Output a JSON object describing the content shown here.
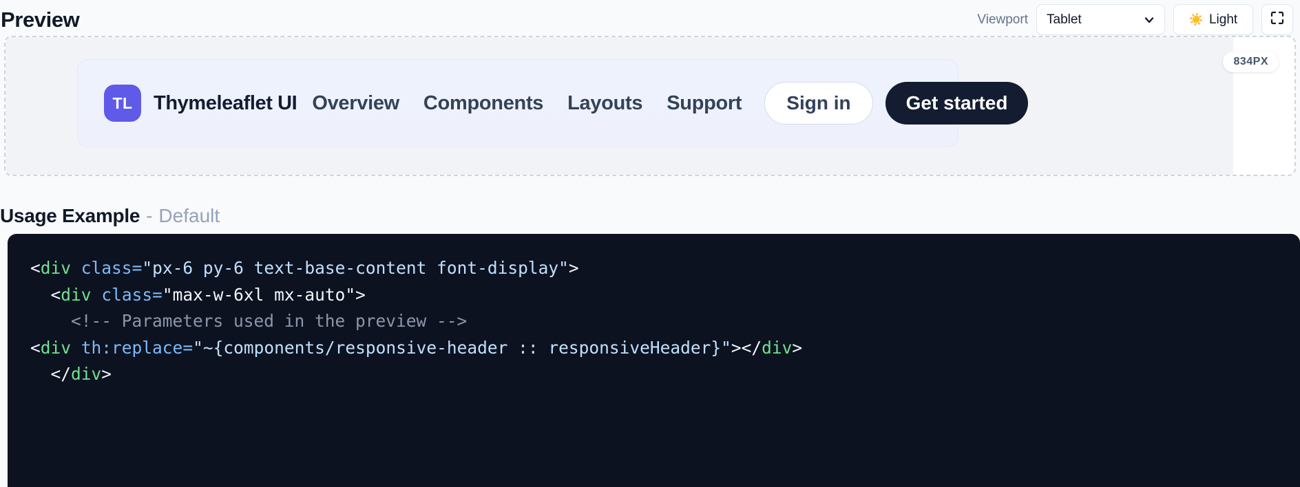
{
  "toolbar": {
    "title": "Preview",
    "viewport_label": "Viewport",
    "viewport_value": "Tablet",
    "viewport_options": [
      "Tablet"
    ],
    "chevron_icon": "chevron-down-icon",
    "theme_icon": "☀️",
    "theme_label": "Light",
    "fullscreen_icon": "fullscreen-icon"
  },
  "preview": {
    "badge": "834PX",
    "component": {
      "logo_text": "TL",
      "logo_color": "#5f5ae8",
      "brand": "Thymeleaflet UI",
      "nav": [
        {
          "label": "Overview"
        },
        {
          "label": "Components"
        },
        {
          "label": "Layouts"
        },
        {
          "label": "Support"
        }
      ],
      "signin_label": "Sign in",
      "getstarted_label": "Get started",
      "getstarted_color": "#131c31"
    }
  },
  "usage": {
    "title": "Usage Example",
    "separator": "-",
    "variant": "Default"
  },
  "code": {
    "language": "html",
    "lines": [
      {
        "indent": "",
        "tokens": [
          {
            "t": "punct",
            "v": "<"
          },
          {
            "t": "tag",
            "v": "div"
          },
          {
            "t": "punct",
            "v": " "
          },
          {
            "t": "attr",
            "v": "class"
          },
          {
            "t": "eq",
            "v": "="
          },
          {
            "t": "str",
            "v": "\"px-6 py-6 text-base-content font-display\""
          },
          {
            "t": "punct",
            "v": ">"
          }
        ]
      },
      {
        "indent": "  ",
        "tokens": [
          {
            "t": "punct",
            "v": "<"
          },
          {
            "t": "tag",
            "v": "div"
          },
          {
            "t": "punct",
            "v": " "
          },
          {
            "t": "attr",
            "v": "class"
          },
          {
            "t": "eq",
            "v": "="
          },
          {
            "t": "str-plain",
            "v": "\"max-w-6xl mx-auto\""
          },
          {
            "t": "punct",
            "v": ">"
          }
        ]
      },
      {
        "indent": "    ",
        "tokens": [
          {
            "t": "comment",
            "v": "<!-- Parameters used in the preview -->"
          }
        ]
      },
      {
        "indent": "",
        "tokens": [
          {
            "t": "punct",
            "v": "<"
          },
          {
            "t": "tag",
            "v": "div"
          },
          {
            "t": "punct",
            "v": " "
          },
          {
            "t": "attr",
            "v": "th:replace"
          },
          {
            "t": "eq",
            "v": "="
          },
          {
            "t": "str",
            "v": "\"~{components/responsive-header :: responsiveHeader}\""
          },
          {
            "t": "punct",
            "v": "></"
          },
          {
            "t": "tag",
            "v": "div"
          },
          {
            "t": "punct",
            "v": ">"
          }
        ]
      },
      {
        "indent": "  ",
        "tokens": [
          {
            "t": "punct",
            "v": "</"
          },
          {
            "t": "tag",
            "v": "div"
          },
          {
            "t": "punct",
            "v": ">"
          }
        ]
      }
    ]
  }
}
